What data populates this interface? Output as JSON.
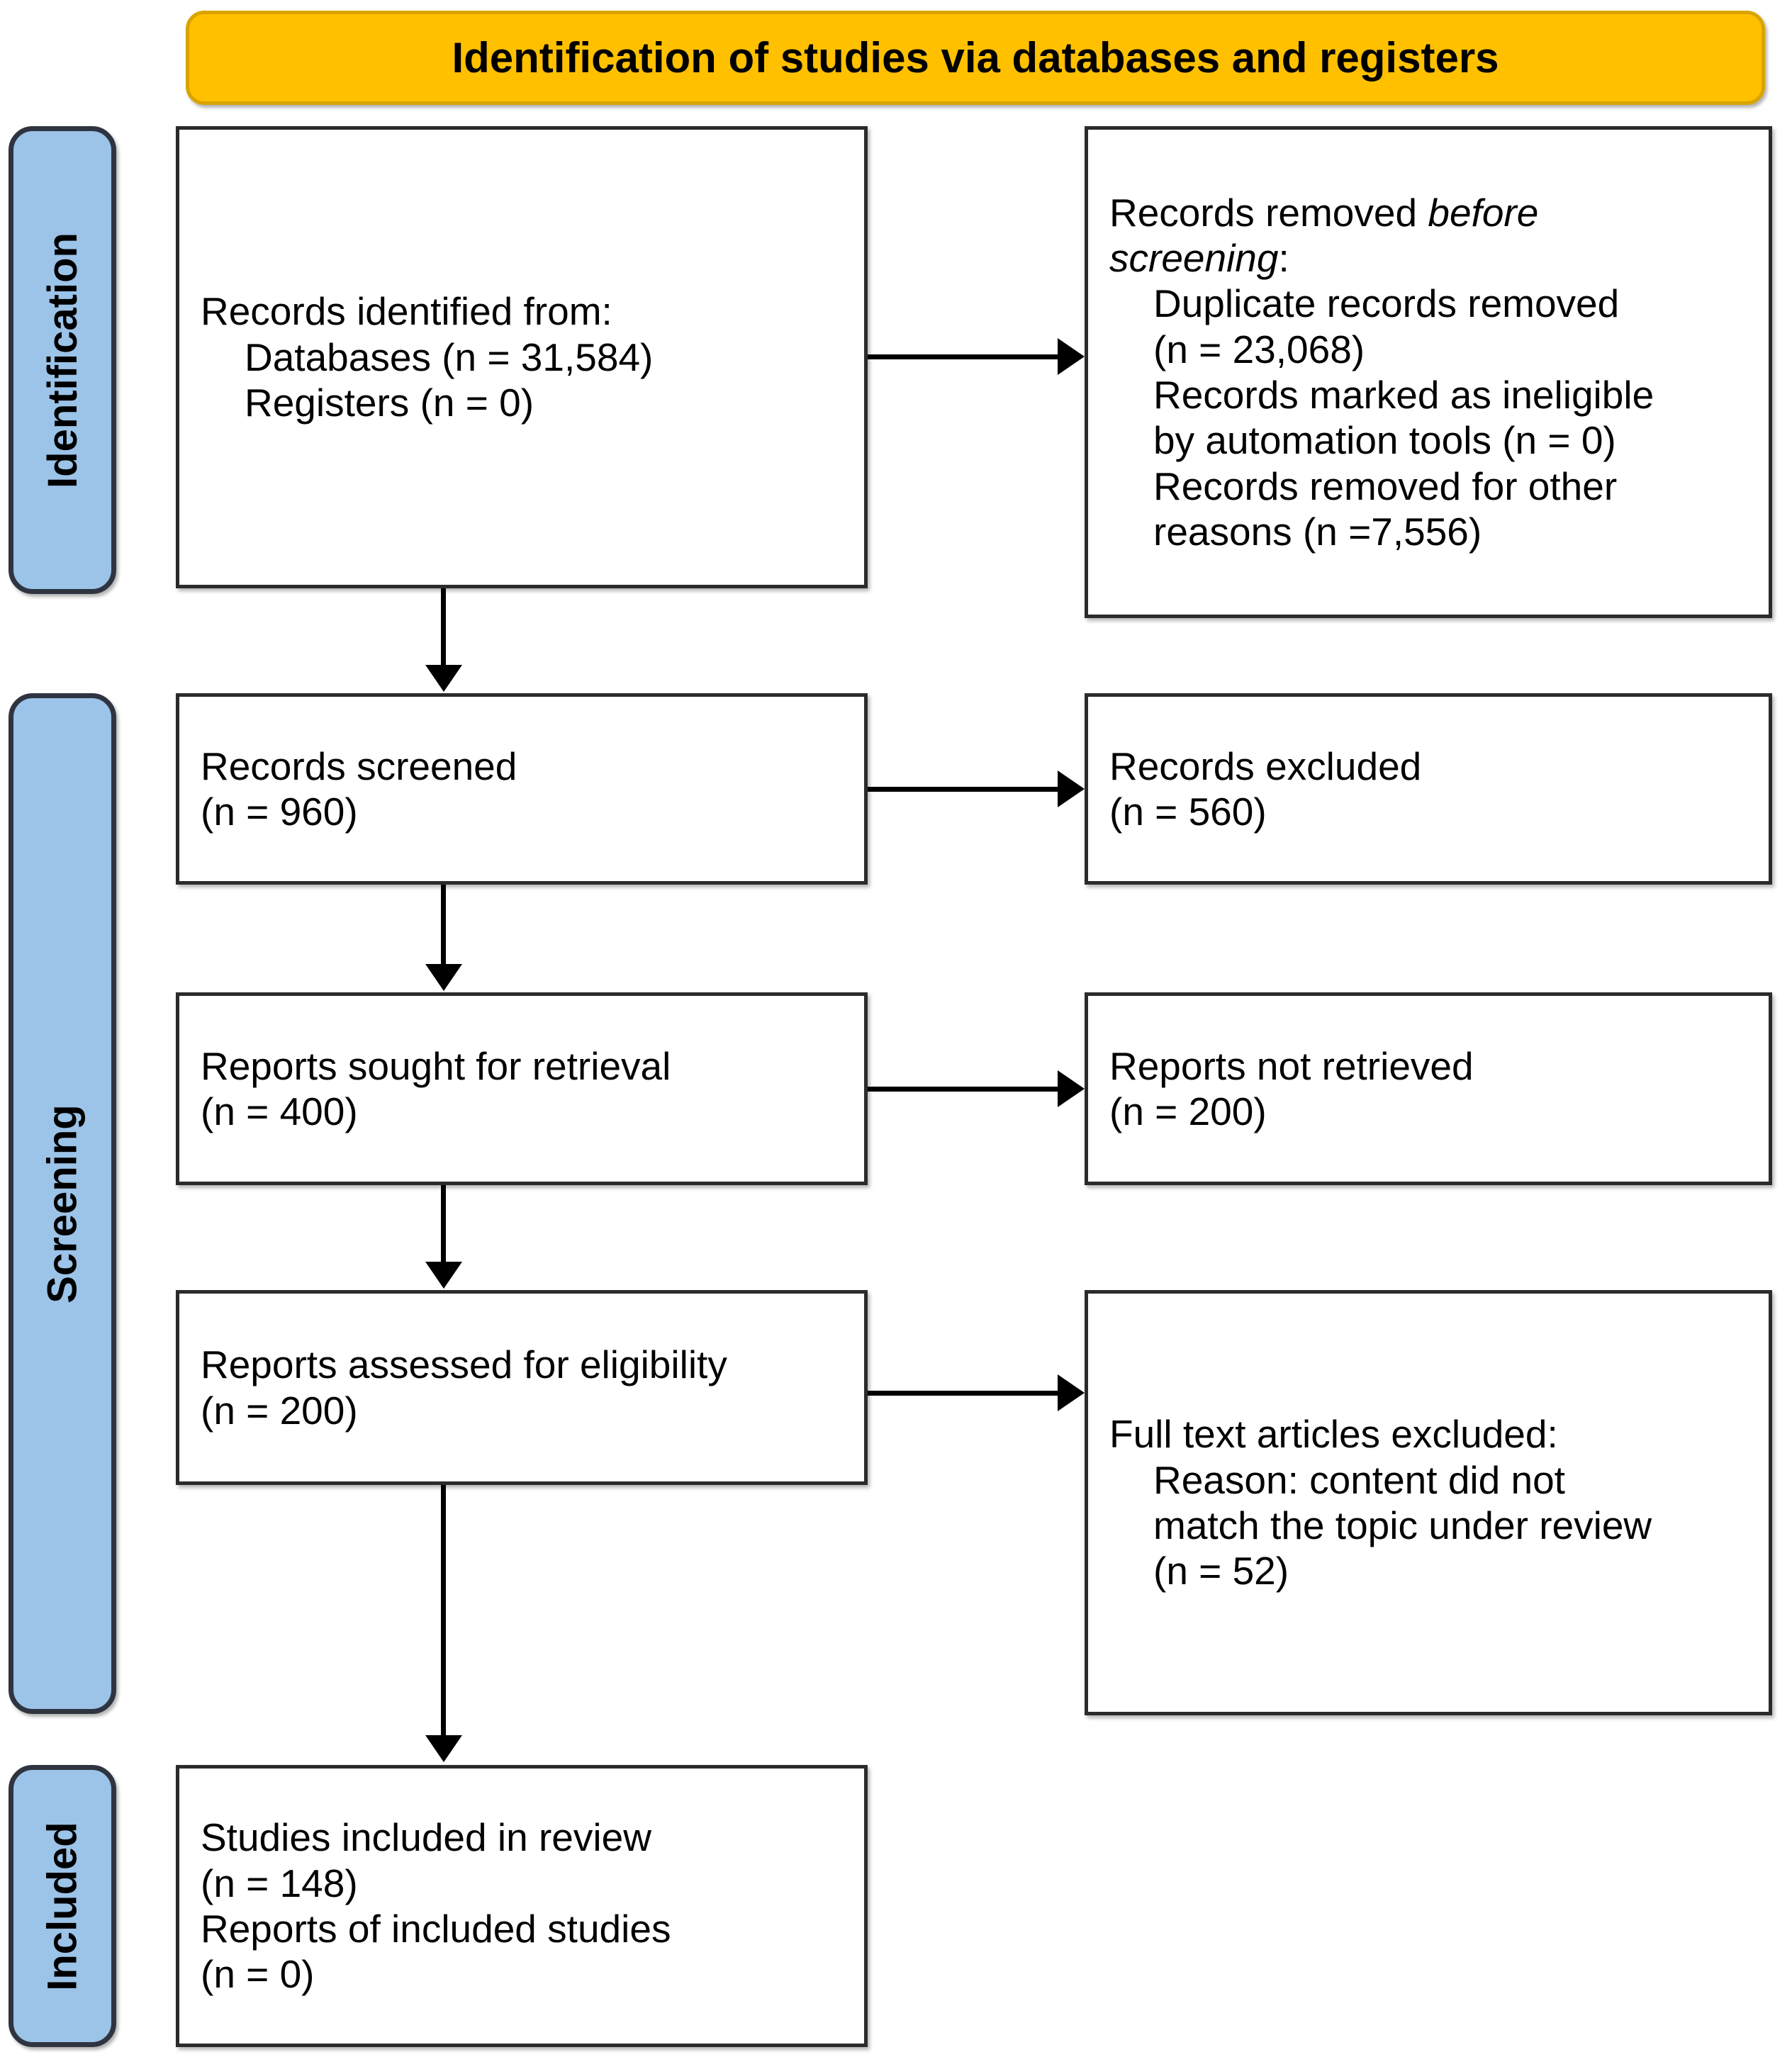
{
  "banner": {
    "title": "Identification of studies via databases and registers"
  },
  "stages": [
    {
      "label": "Identification"
    },
    {
      "label": "Screening"
    },
    {
      "label": "Included"
    }
  ],
  "boxes": {
    "identified": {
      "line1": "Records identified from:",
      "line2": "Databases (n = 31,584)",
      "line3": "Registers (n = 0)"
    },
    "removed_before_screening": {
      "line1_a": "Records removed ",
      "line1_em": "before",
      "line2_em": "screening",
      "line2_b": ":",
      "line3": "Duplicate records removed",
      "line4": "(n = 23,068)",
      "line5": "Records marked as ineligible",
      "line6": "by automation tools (n = 0)",
      "line7": "Records removed for other",
      "line8": "reasons (n =7,556)"
    },
    "screened": {
      "line1": "Records screened",
      "line2": "(n = 960)"
    },
    "excluded": {
      "line1": "Records excluded",
      "line2": "(n = 560)"
    },
    "sought": {
      "line1": "Reports sought for retrieval",
      "line2": "(n = 400)"
    },
    "not_retrieved": {
      "line1": "Reports not retrieved",
      "line2": "(n = 200)"
    },
    "assessed": {
      "line1": "Reports assessed for eligibility",
      "line2": "(n = 200)"
    },
    "fulltext_excluded": {
      "line1": "Full text articles excluded:",
      "line2": "Reason: content did not",
      "line3": "match the topic under review",
      "line4": "(n = 52)"
    },
    "included": {
      "line1": "Studies included in review",
      "line2": "(n = 148)",
      "line3": "Reports of included studies",
      "line4": "(n = 0)"
    }
  },
  "colors": {
    "banner_fill": "#FFC000",
    "stage_fill": "#9CC3E8",
    "box_border": "#2B2B2B",
    "connector": "#000000"
  }
}
